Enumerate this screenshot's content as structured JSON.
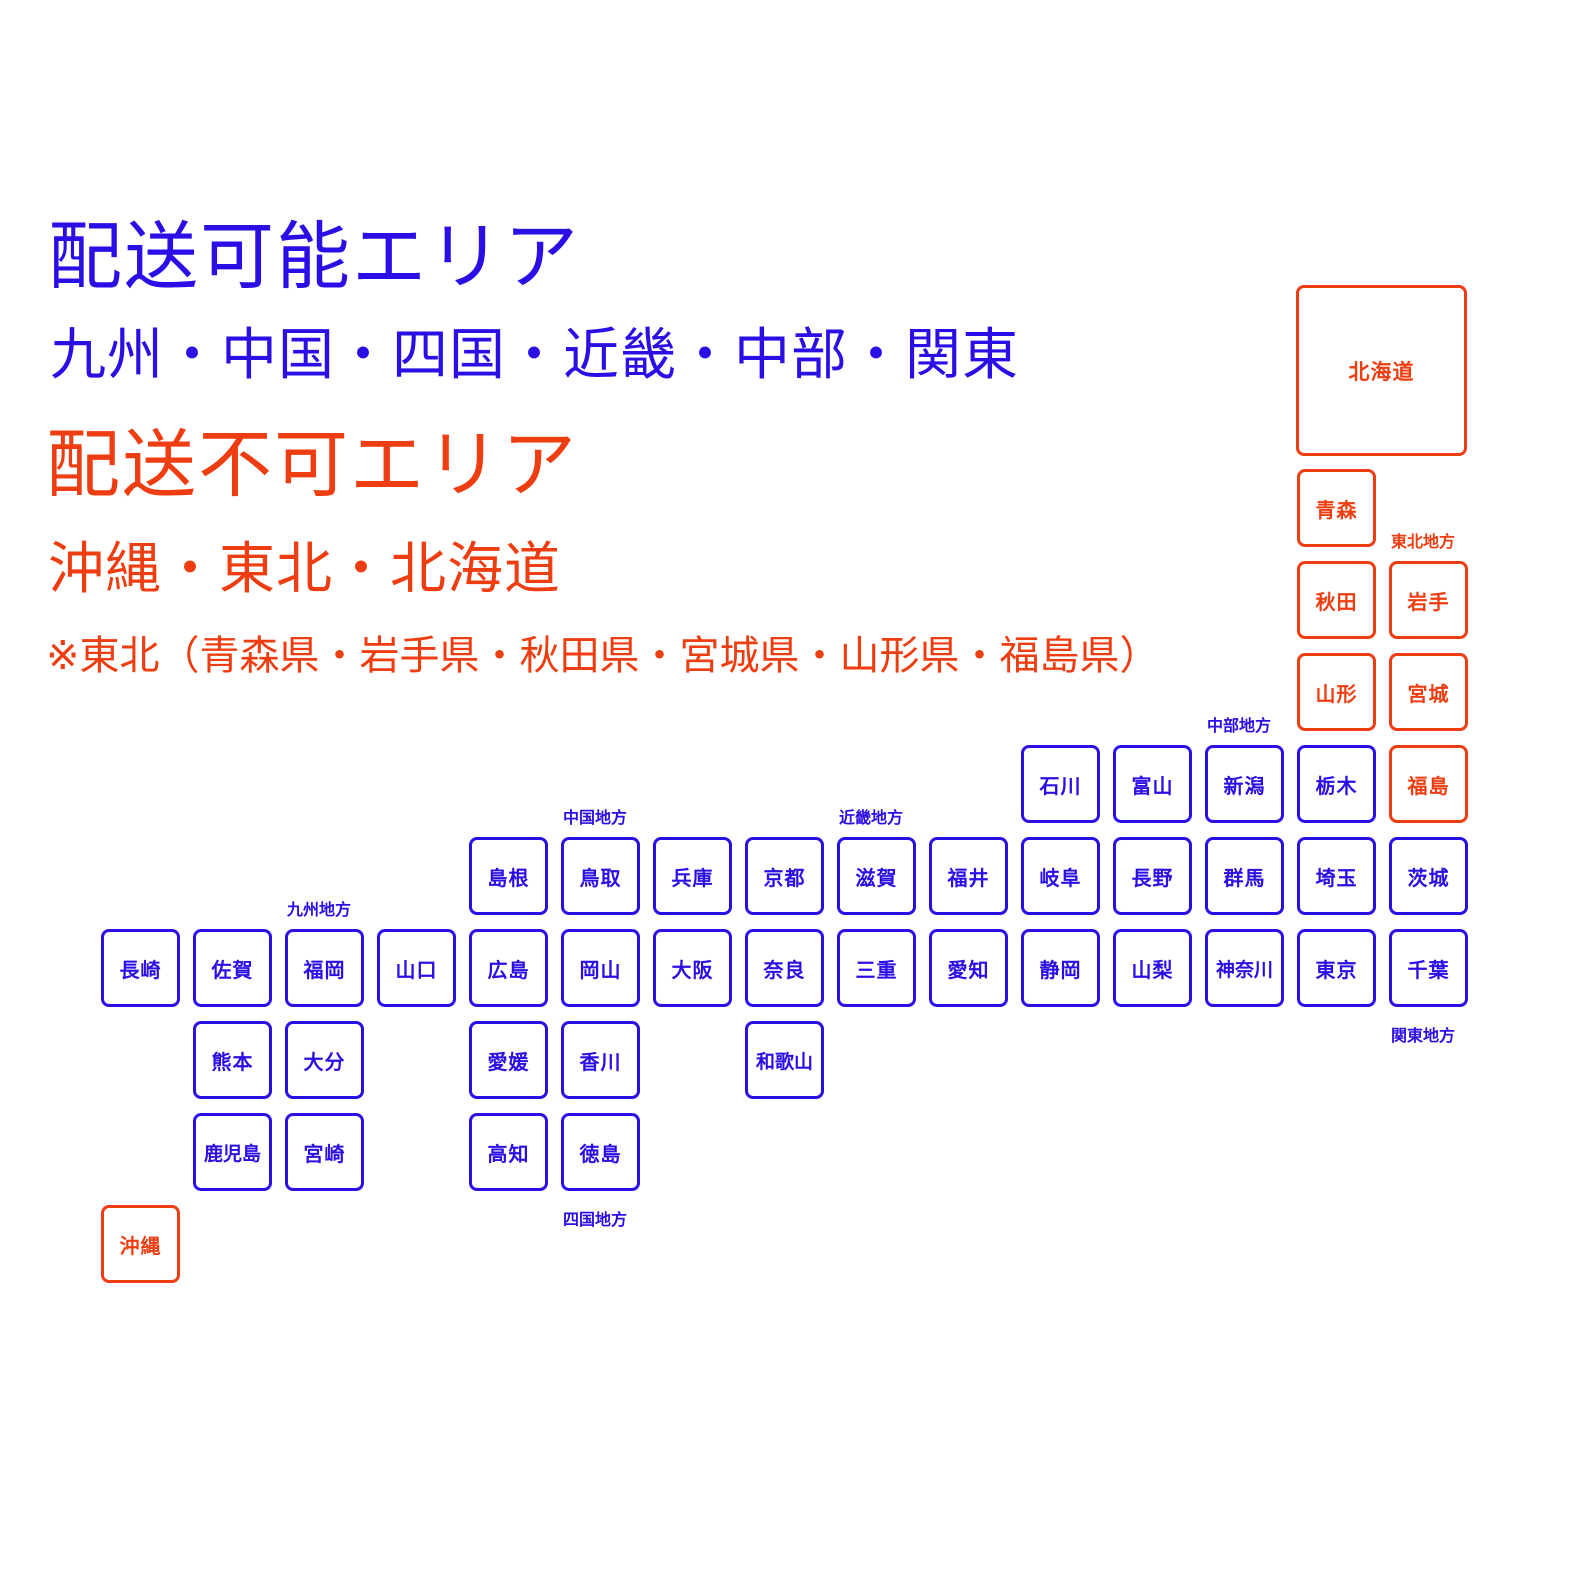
{
  "headings": {
    "deliverable_title": "配送可能エリア",
    "deliverable_regions": "九州・中国・四国・近畿・中部・関東",
    "undeliverable_title": "配送不可エリア",
    "undeliverable_regions": "沖縄・東北・北海道",
    "undeliverable_note": "※東北（青森県・岩手県・秋田県・宮城県・山形県・福島県）"
  },
  "colors": {
    "deliverable": "#2a0ee6",
    "undeliverable": "#ee3d10",
    "background": "#ffffff"
  },
  "region_labels": {
    "kyushu": "九州地方",
    "chugoku": "中国地方",
    "shikoku": "四国地方",
    "kinki": "近畿地方",
    "chubu": "中部地方",
    "kanto": "関東地方",
    "tohoku": "東北地方"
  },
  "prefectures": {
    "hokkaido": {
      "name": "北海道",
      "status": "undeliverable"
    },
    "aomori": {
      "name": "青森",
      "status": "undeliverable"
    },
    "akita": {
      "name": "秋田",
      "status": "undeliverable"
    },
    "iwate": {
      "name": "岩手",
      "status": "undeliverable"
    },
    "yamagata": {
      "name": "山形",
      "status": "undeliverable"
    },
    "miyagi": {
      "name": "宮城",
      "status": "undeliverable"
    },
    "fukushima": {
      "name": "福島",
      "status": "undeliverable"
    },
    "okinawa": {
      "name": "沖縄",
      "status": "undeliverable"
    },
    "ishikawa": {
      "name": "石川",
      "status": "deliverable"
    },
    "toyama": {
      "name": "富山",
      "status": "deliverable"
    },
    "niigata": {
      "name": "新潟",
      "status": "deliverable"
    },
    "tochigi": {
      "name": "栃木",
      "status": "deliverable"
    },
    "shimane": {
      "name": "島根",
      "status": "deliverable"
    },
    "tottori": {
      "name": "鳥取",
      "status": "deliverable"
    },
    "hyogo": {
      "name": "兵庫",
      "status": "deliverable"
    },
    "kyoto": {
      "name": "京都",
      "status": "deliverable"
    },
    "shiga": {
      "name": "滋賀",
      "status": "deliverable"
    },
    "fukui": {
      "name": "福井",
      "status": "deliverable"
    },
    "gifu": {
      "name": "岐阜",
      "status": "deliverable"
    },
    "nagano": {
      "name": "長野",
      "status": "deliverable"
    },
    "gunma": {
      "name": "群馬",
      "status": "deliverable"
    },
    "saitama": {
      "name": "埼玉",
      "status": "deliverable"
    },
    "ibaraki": {
      "name": "茨城",
      "status": "deliverable"
    },
    "nagasaki": {
      "name": "長崎",
      "status": "deliverable"
    },
    "saga": {
      "name": "佐賀",
      "status": "deliverable"
    },
    "fukuoka": {
      "name": "福岡",
      "status": "deliverable"
    },
    "yamaguchi": {
      "name": "山口",
      "status": "deliverable"
    },
    "hiroshima": {
      "name": "広島",
      "status": "deliverable"
    },
    "okayama": {
      "name": "岡山",
      "status": "deliverable"
    },
    "osaka": {
      "name": "大阪",
      "status": "deliverable"
    },
    "nara": {
      "name": "奈良",
      "status": "deliverable"
    },
    "mie": {
      "name": "三重",
      "status": "deliverable"
    },
    "aichi": {
      "name": "愛知",
      "status": "deliverable"
    },
    "shizuoka": {
      "name": "静岡",
      "status": "deliverable"
    },
    "yamanashi": {
      "name": "山梨",
      "status": "deliverable"
    },
    "kanagawa": {
      "name": "神奈川",
      "status": "deliverable"
    },
    "tokyo": {
      "name": "東京",
      "status": "deliverable"
    },
    "chiba": {
      "name": "千葉",
      "status": "deliverable"
    },
    "kumamoto": {
      "name": "熊本",
      "status": "deliverable"
    },
    "oita": {
      "name": "大分",
      "status": "deliverable"
    },
    "ehime": {
      "name": "愛媛",
      "status": "deliverable"
    },
    "kagawa": {
      "name": "香川",
      "status": "deliverable"
    },
    "wakayama": {
      "name": "和歌山",
      "status": "deliverable"
    },
    "kagoshima": {
      "name": "鹿児島",
      "status": "deliverable"
    },
    "miyazaki": {
      "name": "宮崎",
      "status": "deliverable"
    },
    "kochi": {
      "name": "高知",
      "status": "deliverable"
    },
    "tokushima": {
      "name": "徳島",
      "status": "deliverable"
    }
  }
}
